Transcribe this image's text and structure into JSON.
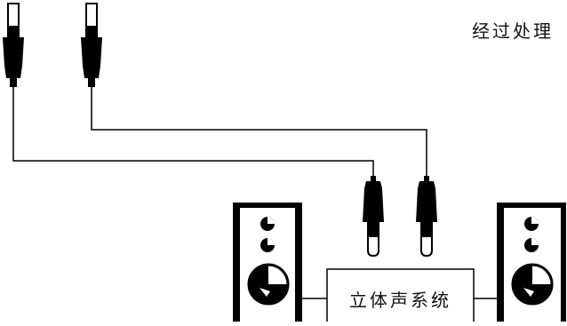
{
  "caption": "经过处理",
  "system_label": "立体声系统",
  "colors": {
    "line": "#000000",
    "background": "#ffffff"
  },
  "icons": [
    "rca-plug",
    "speaker",
    "woofer",
    "tweeter"
  ]
}
